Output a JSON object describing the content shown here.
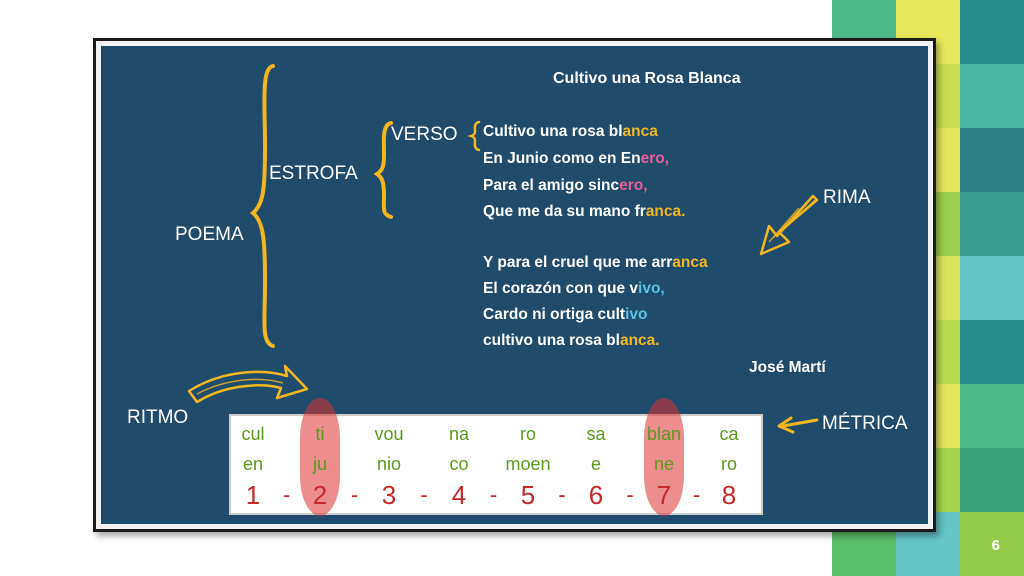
{
  "slide": {
    "page_number": "6"
  },
  "poem": {
    "title": "Cultivo una Rosa Blanca",
    "stanza1": [
      {
        "main": "Cultivo una rosa bl",
        "rhyme": "anca",
        "rhyme_color": "orange"
      },
      {
        "main": "En Junio como en En",
        "rhyme": "ero,",
        "rhyme_color": "pink"
      },
      {
        "main": "Para el amigo sinc",
        "rhyme": "ero,",
        "rhyme_color": "pink"
      },
      {
        "main": "Que me da su mano fr",
        "rhyme": "anca.",
        "rhyme_color": "orange"
      }
    ],
    "stanza2": [
      {
        "main": "Y para el cruel que me arr",
        "rhyme": "anca",
        "rhyme_color": "orange"
      },
      {
        "main": "El corazón con que v",
        "rhyme": "ivo,",
        "rhyme_color": "blue"
      },
      {
        "main": "Cardo ni ortiga cult",
        "rhyme": "ivo",
        "rhyme_color": "blue"
      },
      {
        "main": "cultivo una rosa bl",
        "rhyme": "anca.",
        "rhyme_color": "orange"
      }
    ],
    "author": "José Martí"
  },
  "labels": {
    "poema": "POEMA",
    "estrofa": "ESTROFA",
    "verso": "VERSO",
    "rima": "RIMA",
    "ritmo": "RITMO",
    "metrica": "MÉTRICA"
  },
  "metric": {
    "row1": [
      "cul",
      "ti",
      "vou",
      "na",
      "ro",
      "sa",
      "blan",
      "ca"
    ],
    "row2": [
      "en",
      "ju",
      "nio",
      "co",
      "moen",
      "e",
      "ne",
      "ro"
    ],
    "numbers": [
      "1",
      "2",
      "3",
      "4",
      "5",
      "6",
      "7",
      "8"
    ],
    "separator": "-",
    "stressed_positions": [
      2,
      7
    ]
  },
  "colors": {
    "board": "#1f4c6c",
    "rhyme_orange": "#f3b61f",
    "rhyme_pink": "#e85d9a",
    "rhyme_blue": "#5cc0e6",
    "brace_yellow": "#f3b61f",
    "syllable_green": "#5a9a1a",
    "number_red": "#c62828"
  }
}
